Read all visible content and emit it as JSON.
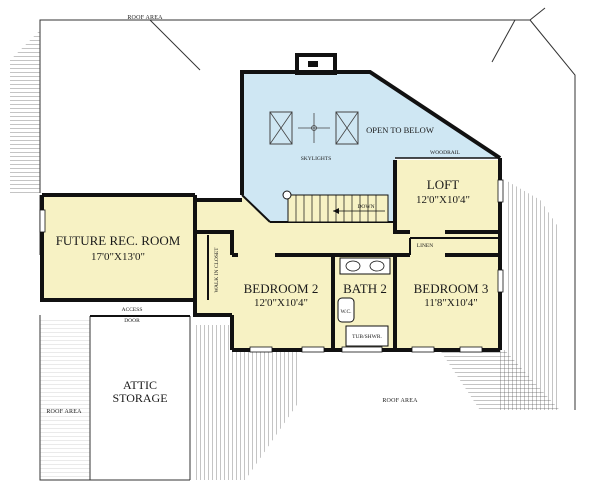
{
  "labels": {
    "roof_top": "ROOF AREA",
    "roof_bottom": "ROOF AREA",
    "roof_left": "ROOF AREA",
    "open_to_below": "OPEN TO BELOW",
    "skylights": "SKYLIGHTS",
    "woodrail": "WOODRAIL",
    "down": "DOWN",
    "linen": "LINEN",
    "walk_in_closet": "WALK IN CLOSET",
    "access": "ACCESS",
    "door": "DOOR",
    "wc": "W.C.",
    "tub_shwr": "TUB/SHWR."
  },
  "rooms": {
    "future_rec": {
      "name": "FUTURE REC. ROOM",
      "dims": "17'0\"X13'0\""
    },
    "loft": {
      "name": "LOFT",
      "dims": "12'0\"X10'4\""
    },
    "bedroom2": {
      "name": "BEDROOM 2",
      "dims": "12'0\"X10'4\""
    },
    "bath2": {
      "name": "BATH 2"
    },
    "bedroom3": {
      "name": "BEDROOM 3",
      "dims": "11'8\"X10'4\""
    },
    "attic": {
      "line1": "ATTIC",
      "line2": "STORAGE"
    }
  },
  "colors": {
    "floor": "#f7f2c4",
    "open_area": "#cfe7f3",
    "wall": "#111111"
  }
}
